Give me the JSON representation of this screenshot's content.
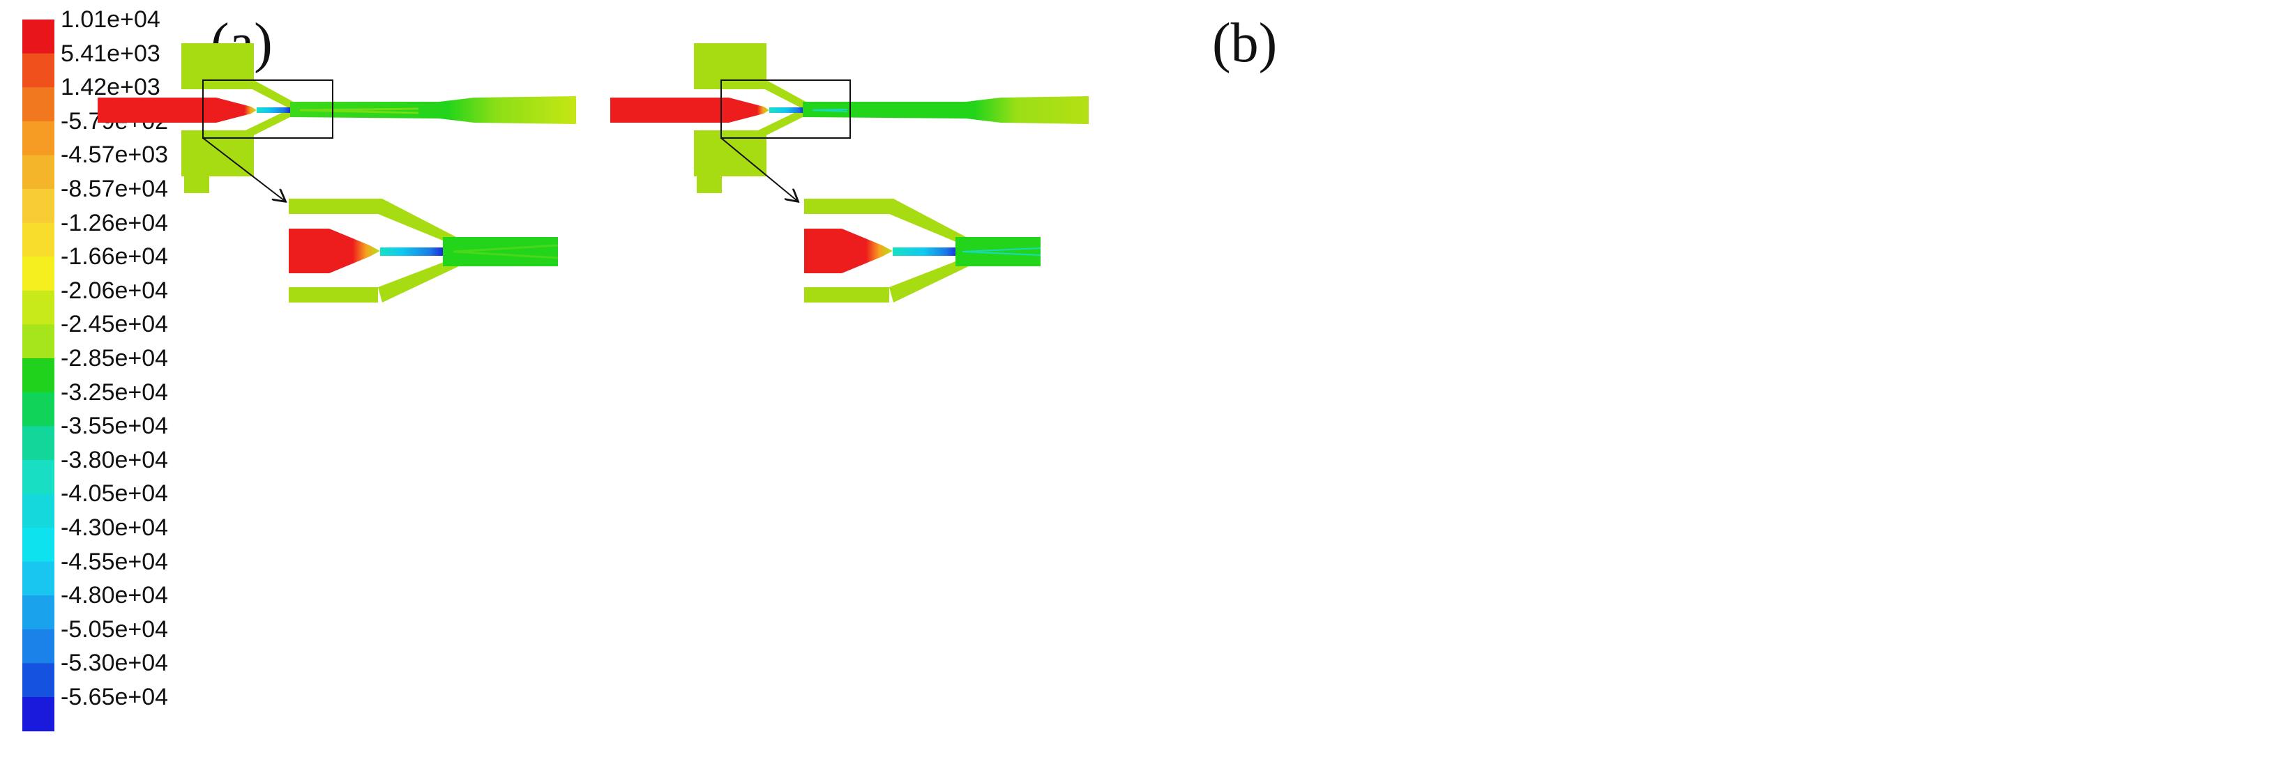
{
  "legend": {
    "labels": [
      "1.01e+04",
      "5.41e+03",
      "1.42e+03",
      "-5.79e+02",
      "-4.57e+03",
      "-8.57e+04",
      "-1.26e+04",
      "-1.66e+04",
      "-2.06e+04",
      "-2.45e+04",
      "-2.85e+04",
      "-3.25e+04",
      "-3.55e+04",
      "-3.80e+04",
      "-4.05e+04",
      "-4.30e+04",
      "-4.55e+04",
      "-4.80e+04",
      "-5.05e+04",
      "-5.30e+04",
      "-5.65e+04"
    ],
    "colors": [
      "#e8161a",
      "#f0501b",
      "#f2781f",
      "#f59a22",
      "#f5b52a",
      "#f8cc34",
      "#f9dd2d",
      "#f6ef1f",
      "#c9ea1a",
      "#a6e41c",
      "#20d21c",
      "#10d35a",
      "#12d69a",
      "#18dec4",
      "#15d8dd",
      "#0ee2ee",
      "#18c6ef",
      "#1aa2ec",
      "#1a82e8",
      "#1552df",
      "#1a1adc"
    ]
  },
  "panels": [
    {
      "id": "a",
      "label": "(a)"
    },
    {
      "id": "b",
      "label": "(b)"
    }
  ],
  "colors": {
    "field": "#a8dc12",
    "inlet": "#ee1d1d",
    "throat": "#1d8ee8",
    "core": "#10d21c",
    "frame": "#111111"
  }
}
